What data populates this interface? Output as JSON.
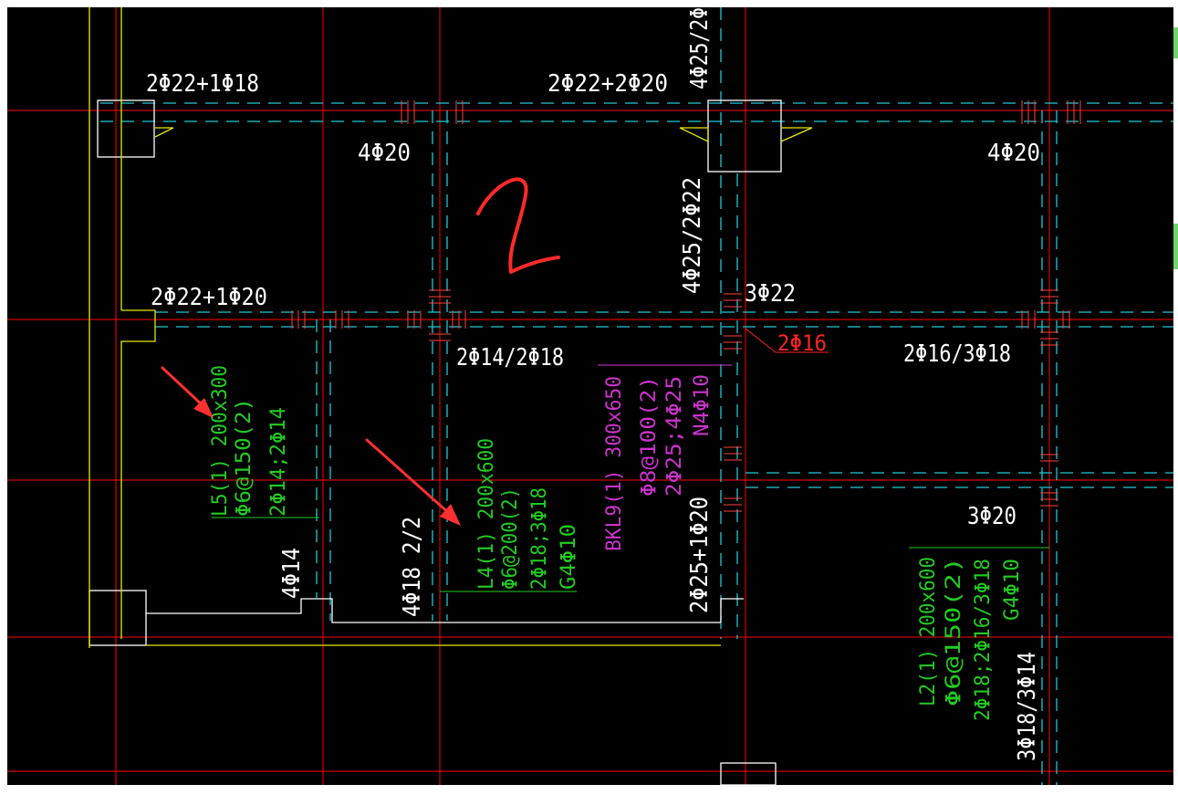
{
  "colors": {
    "background": "#000000",
    "axis_line": "#ff0000",
    "beam_line": "#20c8d8",
    "wall_line": "#ffffff",
    "slab_line": "#e8e800",
    "beam_label_green": "#22cc22",
    "beam_label_magenta": "#cc33cc",
    "annotation_red": "#ff2222"
  },
  "rebar_labels": {
    "top_left": "2Φ22+1Φ18",
    "top_center": "2Φ22+2Φ20",
    "vert_top": "4Φ25/2Φ",
    "mid_left": "4Φ20",
    "mid_right": "4Φ20",
    "vert_mid": "4Φ25/2Φ22",
    "left_mid": "2Φ22+1Φ20",
    "col_3phi22": "3Φ22",
    "red_2phi16": "2Φ16",
    "beam_2phi14": "2Φ14/2Φ18",
    "beam_2phi16": "2Φ16/3Φ18",
    "right_3phi20": "3Φ20",
    "vert_4phi14": "4Φ14",
    "vert_4phi18": "4Φ18  2/2",
    "vert_2phi25": "2Φ25+1Φ20",
    "vert_3phi18": "3Φ18/3Φ14"
  },
  "beams": {
    "L5": [
      "L5(1) 200x300",
      "Φ6@150(2)",
      "2Φ14;2Φ14"
    ],
    "L4": [
      "L4(1) 200x600",
      "Φ6@200(2)",
      "2Φ18;3Φ18",
      "G4Φ10"
    ],
    "BKL9": [
      "BKL9(1) 300x650",
      "Φ8@100(2)",
      "2Φ25;4Φ25",
      "N4Φ10"
    ],
    "L2": [
      "L2(1) 200x600",
      "Φ6@150(2)",
      "2Φ18;2Φ16/3Φ18",
      "G4Φ10"
    ]
  },
  "annotation": {
    "handwritten_number": "2"
  }
}
